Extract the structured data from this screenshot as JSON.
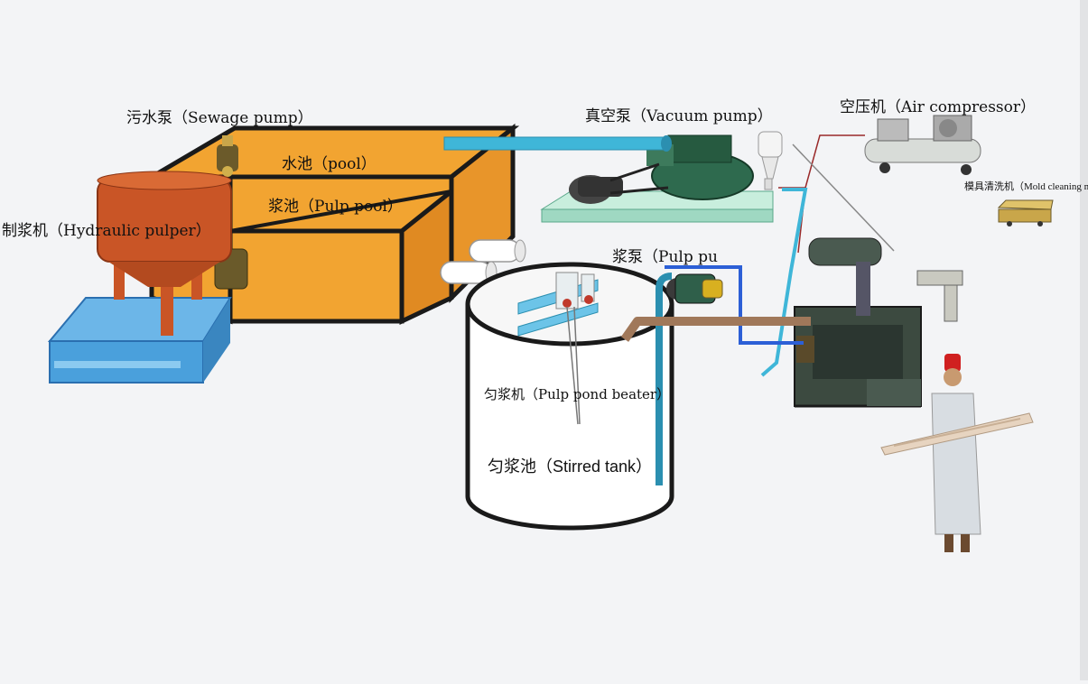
{
  "diagram": {
    "labels": {
      "sewage_pump": "污水泵（Sewage pump）",
      "pool": "水池（pool）",
      "pulp_pool": "浆池（Pulp pool）",
      "hydraulic_pulper": "制浆机（Hydraulic pulper）",
      "vacuum_pump": "真空泵（Vacuum pump）",
      "air_compressor": "空压机（Air compressor）",
      "mold_cleaning": "模具清洗机（Mold cleaning machine）",
      "pulp_pump": "浆泵（Pulp pu",
      "pulp_pond_beater": "匀浆机（Pulp pond beater）",
      "stirred_tank": "匀浆池（Stirred tank）"
    },
    "colors": {
      "background": "#f3f4f6",
      "pool_orange": "#f2a431",
      "outline": "#1a1a1a",
      "pulper_red": "#c95526",
      "base_blue": "#4aa0dc",
      "pipe_cyan": "#3fb6d8",
      "pipe_blue": "#2c5fd6",
      "pipe_brown": "#a0785a",
      "machine_green": "#2e6a4e",
      "platform_green": "#9fd8c2",
      "worker_hat": "#d02020"
    }
  }
}
